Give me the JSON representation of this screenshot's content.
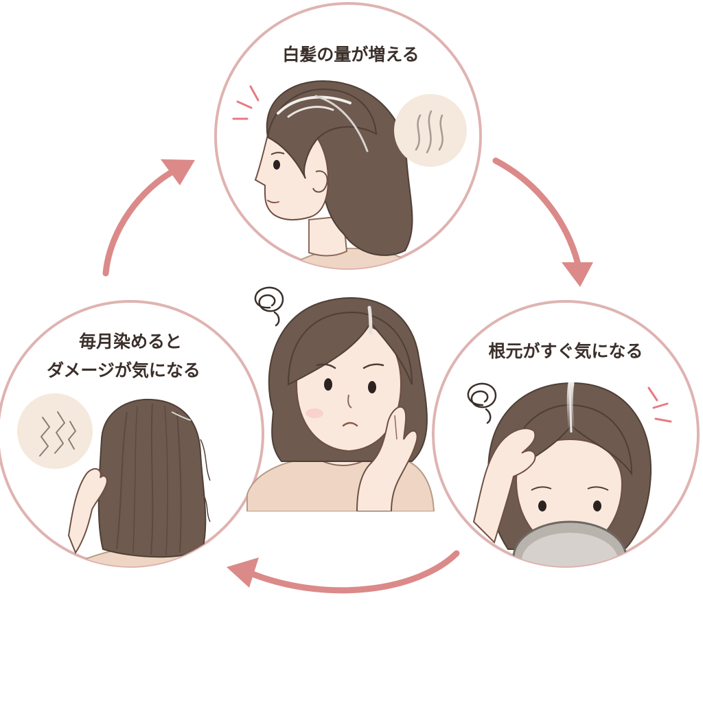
{
  "cycle": {
    "steps": [
      {
        "label_lines": [
          "白髪の量が増える"
        ]
      },
      {
        "label_lines": [
          "根元がすぐ気になる"
        ]
      },
      {
        "label_lines": [
          "毎月染めると",
          "ダメージが気になる"
        ]
      }
    ]
  },
  "colors": {
    "circle_border": "#dfb3b1",
    "arrow": "#db8a89",
    "hair": "#6e5a4f",
    "hair_shadow": "#5b4a40",
    "skin": "#fbe8dd",
    "shirt": "#efd6c4",
    "text": "#3b2f2a",
    "accent_pink": "#e87a80",
    "damage_bg": "#f4e9dc"
  }
}
